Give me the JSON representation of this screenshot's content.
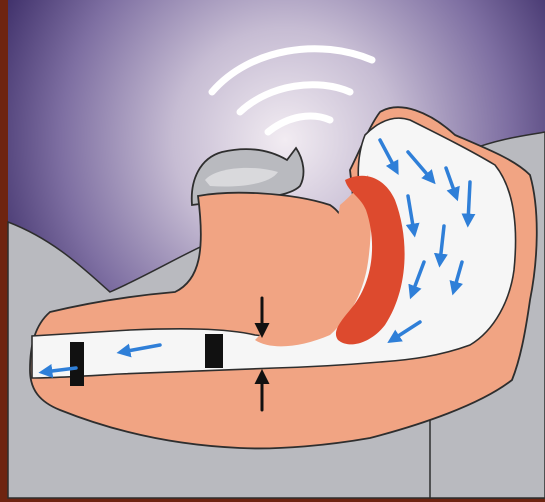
{
  "colors": {
    "frame": "#6e2410",
    "sky_light": "#f2ecf2",
    "sky_mid": "#9d8fb6",
    "sky_dark": "#3a2b66",
    "bed": "#b9babf",
    "skin": "#f1a483",
    "outline": "#2e2e2e",
    "airway": "#f6f6f6",
    "arrow": "#2f7fd8",
    "tongue": "#dd4a2e",
    "sound_waves": "#ffffff",
    "mask_bands": "#111111",
    "constriction_arrows": "#111111"
  },
  "icons": {
    "sound": "sound-wave-arcs",
    "airflow": "blue-flow-arrows",
    "constriction": "pinch-arrows"
  }
}
